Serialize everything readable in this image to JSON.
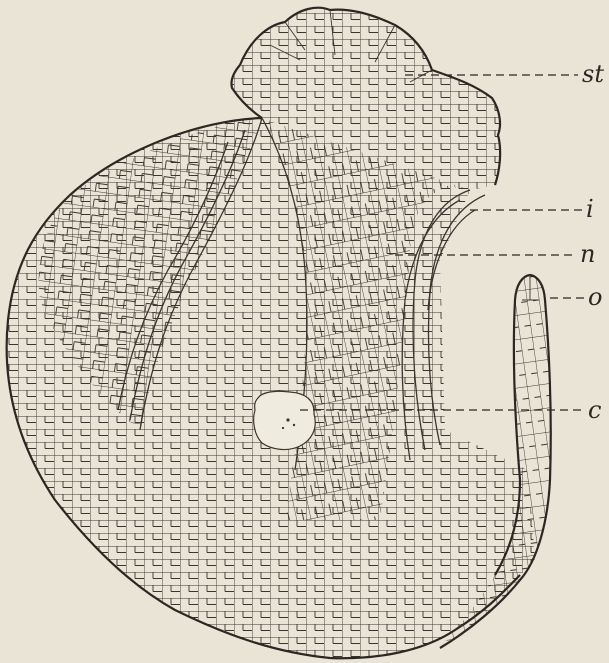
{
  "labels": {
    "st": "st",
    "i": "i",
    "n": "n",
    "o": "o",
    "c": "c"
  },
  "colors": {
    "paper": "#e9e4d6",
    "ink": "#2b2823"
  }
}
